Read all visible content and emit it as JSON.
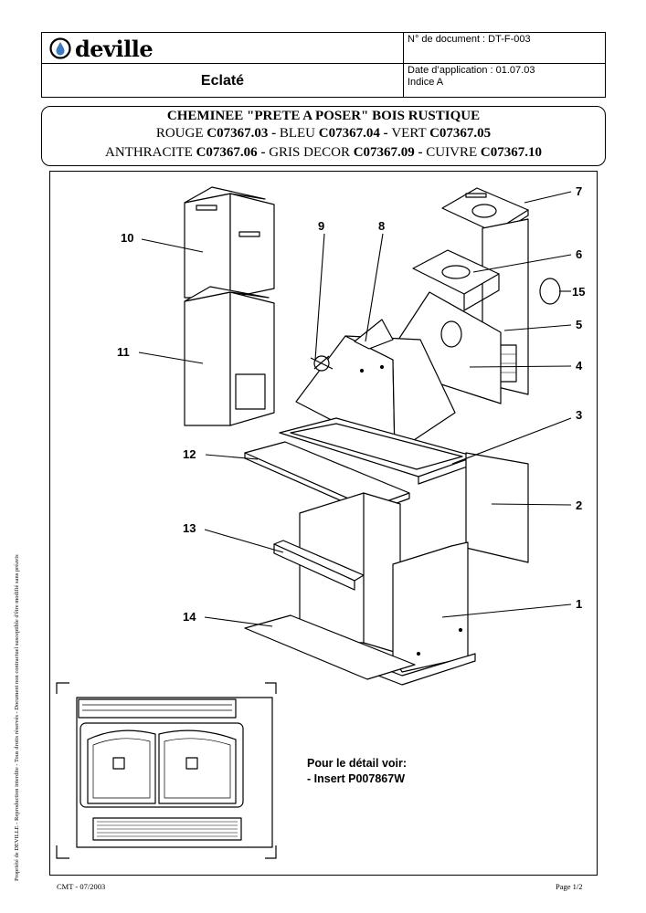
{
  "header": {
    "logo_text": "deville",
    "document_number": "N° de document : DT-F-003",
    "title": "Eclaté",
    "date_application": "Date d’application : 01.07.03",
    "index": "Indice A"
  },
  "product": {
    "line1": "CHEMINEE \"PRETE A POSER\" BOIS RUSTIQUE",
    "line2": [
      {
        "t": "ROUGE ",
        "b": false
      },
      {
        "t": "C07367.03",
        "b": true
      },
      {
        "t": " - ",
        "b": true
      },
      {
        "t": "BLEU ",
        "b": false
      },
      {
        "t": "C07367.04",
        "b": true
      },
      {
        "t": " - ",
        "b": true
      },
      {
        "t": "VERT ",
        "b": false
      },
      {
        "t": "C07367.05",
        "b": true
      }
    ],
    "line3": [
      {
        "t": "ANTHRACITE ",
        "b": false
      },
      {
        "t": "C07367.06",
        "b": true
      },
      {
        "t": " - ",
        "b": true
      },
      {
        "t": "GRIS DECOR ",
        "b": false
      },
      {
        "t": "C07367.09",
        "b": true
      },
      {
        "t": " - ",
        "b": true
      },
      {
        "t": "CUIVRE ",
        "b": false
      },
      {
        "t": "C07367.10",
        "b": true
      }
    ]
  },
  "callouts": [
    "1",
    "2",
    "3",
    "4",
    "5",
    "6",
    "7",
    "8",
    "9",
    "10",
    "11",
    "12",
    "13",
    "14",
    "15"
  ],
  "note": {
    "line1": "Pour le détail voir:",
    "line2": "- Insert P007867W"
  },
  "side_text": "Propriété de DEVILLE  -  Reproduction interdite - Tous droits réservés - Document non contractuel susceptible d'être modifié sans préavis",
  "footer": {
    "left": "CMT - 07/2003",
    "right": "Page 1/2"
  },
  "colors": {
    "ink": "#000000",
    "logo_blue": "#3a7cc0"
  }
}
